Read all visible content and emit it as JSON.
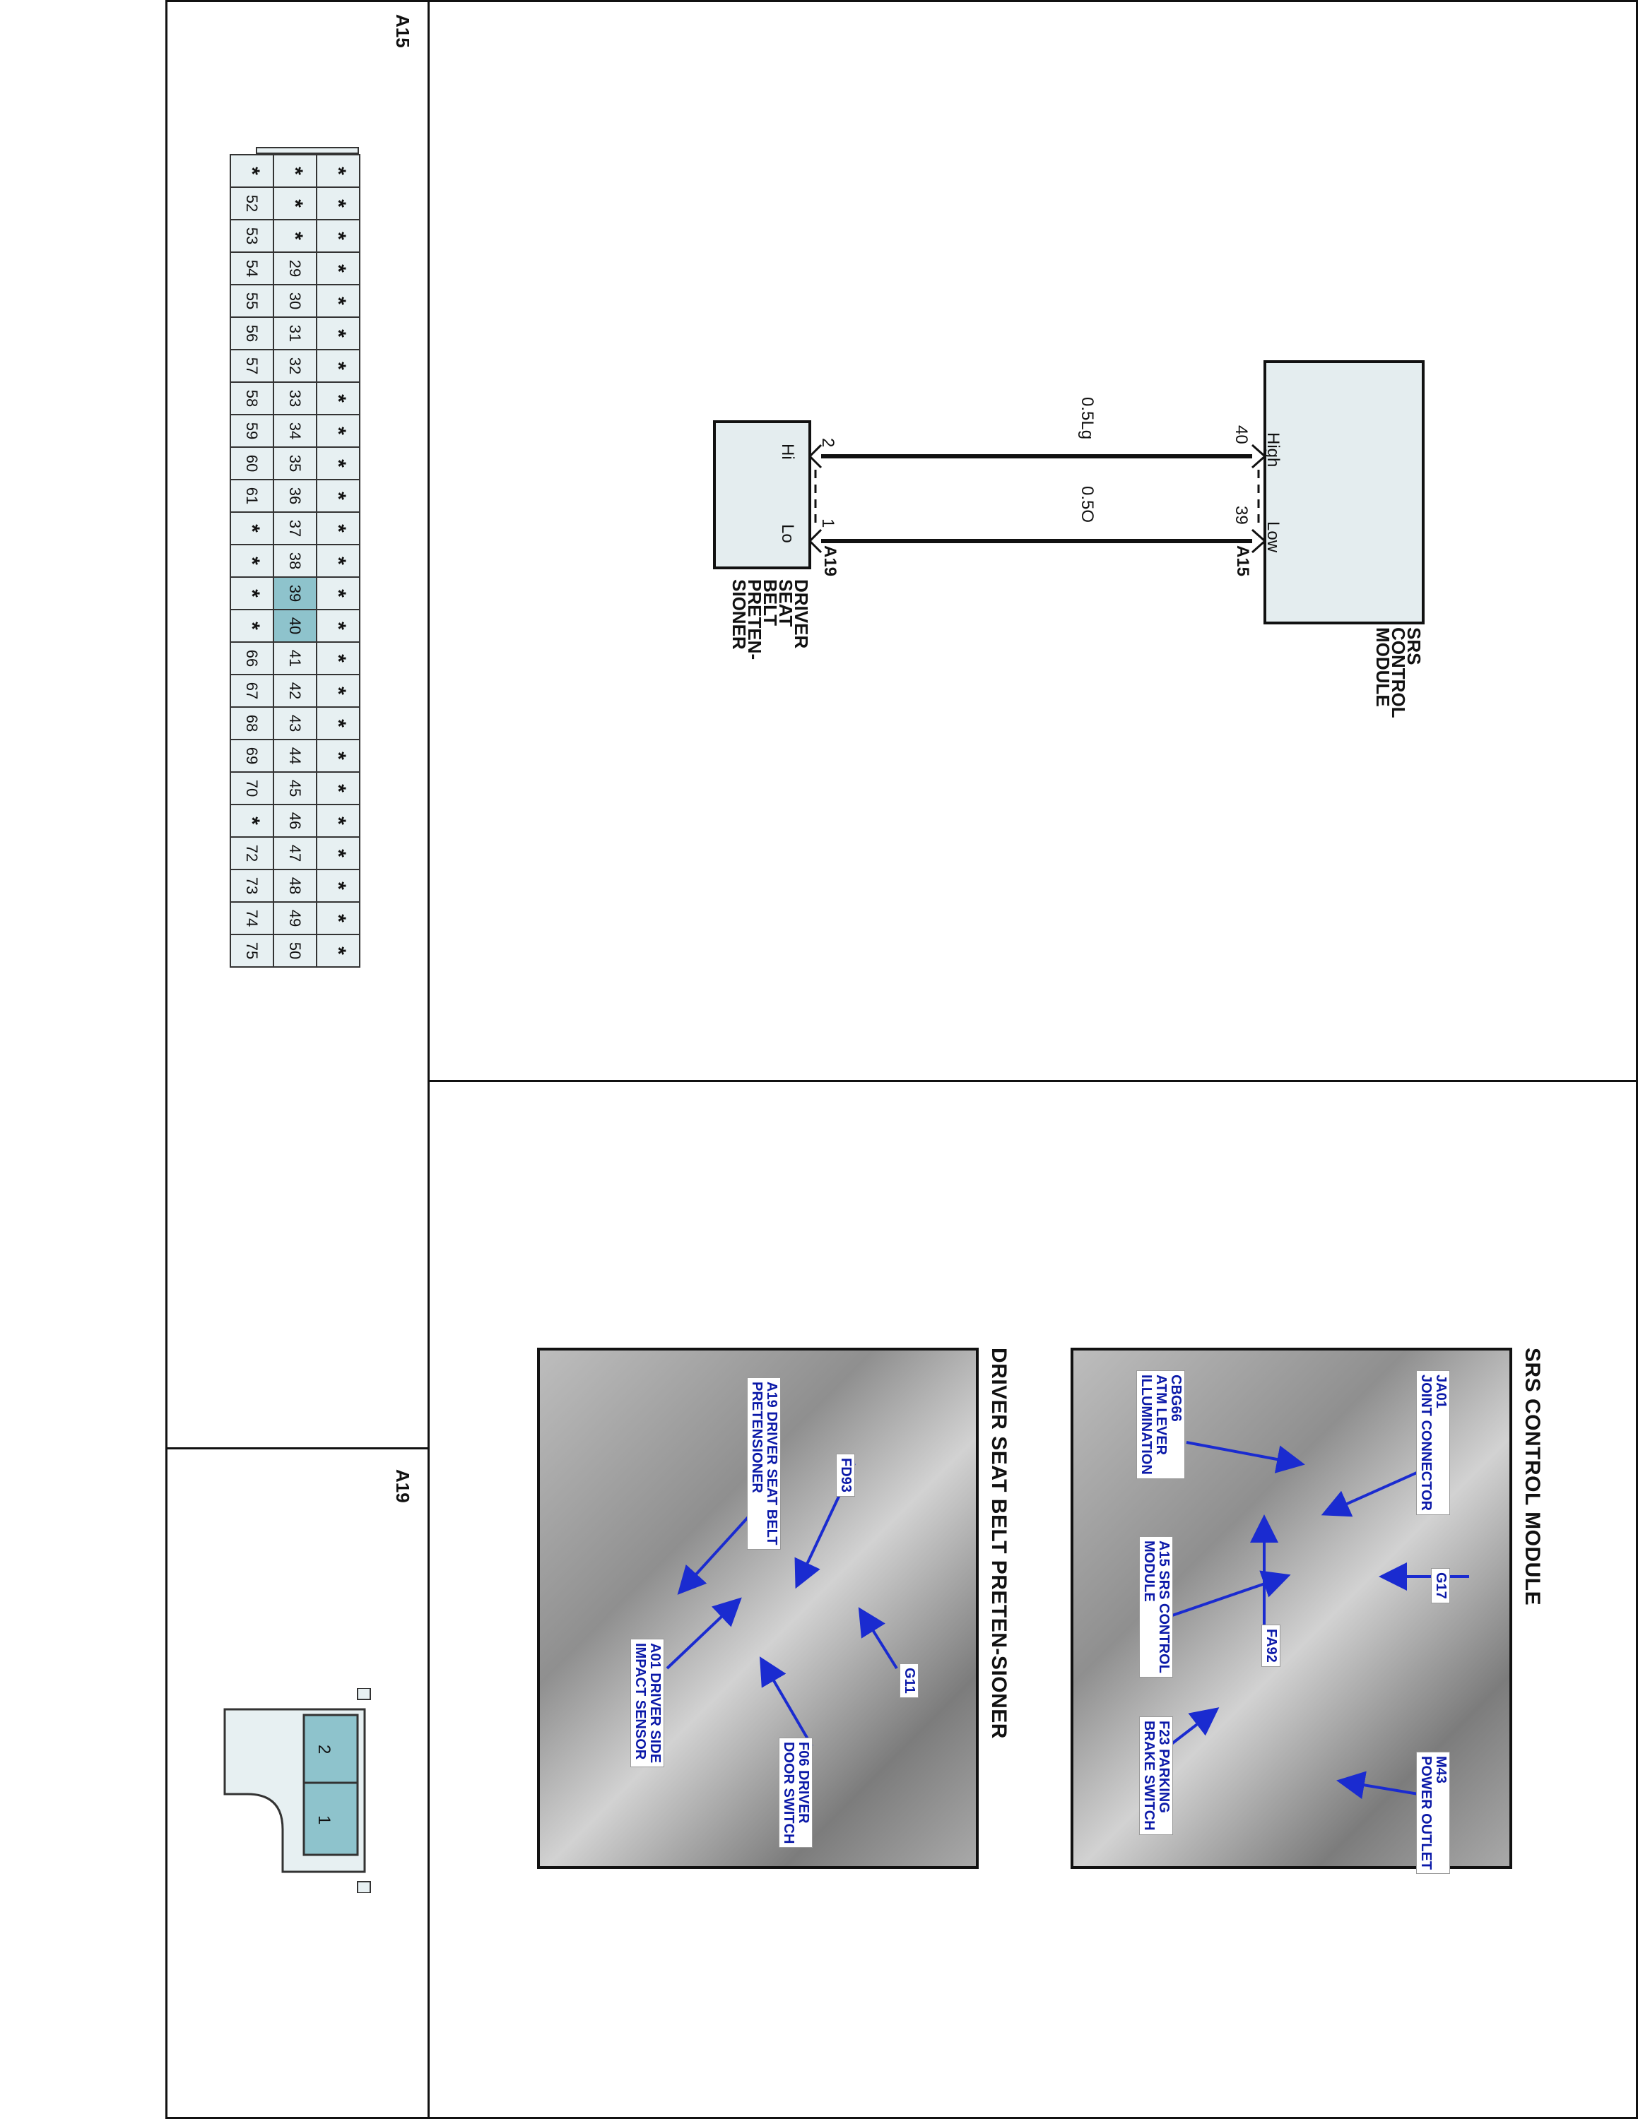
{
  "connectors": {
    "a15": {
      "title": "A15",
      "rows": [
        [
          "*",
          "52",
          "53",
          "54",
          "55",
          "56",
          "57",
          "58",
          "59",
          "60",
          "61",
          "*",
          "*",
          "*",
          "*",
          "66",
          "67",
          "68",
          "69",
          "70",
          "*",
          "72",
          "73",
          "74",
          "75"
        ],
        [
          "*",
          "*",
          "*",
          "29",
          "30",
          "31",
          "32",
          "33",
          "34",
          "35",
          "36",
          "37",
          "38",
          "39",
          "40",
          "41",
          "42",
          "43",
          "44",
          "45",
          "46",
          "47",
          "48",
          "49",
          "50"
        ],
        [
          "*",
          "*",
          "*",
          "*",
          "*",
          "*",
          "*",
          "*",
          "*",
          "*",
          "*",
          "*",
          "*",
          "*",
          "*",
          "*",
          "*",
          "*",
          "*",
          "*",
          "*",
          "*",
          "*",
          "*",
          "*"
        ]
      ],
      "highlighted_pins": [
        "39",
        "40"
      ]
    },
    "a19": {
      "title": "A19",
      "pins": [
        "2",
        "1"
      ]
    }
  },
  "schematic": {
    "srs_module": {
      "label_lines": [
        "SRS",
        "CONTROL",
        "MODULE"
      ],
      "pin_high_label": "High",
      "pin_low_label": "Low",
      "pin_high_number": "40",
      "pin_low_number": "39",
      "connector": "A15"
    },
    "pretensioner": {
      "label_lines": [
        "DRIVER",
        "SEAT",
        "BELT",
        "PRETEN-",
        "SIONER"
      ],
      "pin_hi_label": "Hi",
      "pin_lo_label": "Lo",
      "pin_hi_number": "2",
      "pin_lo_number": "1",
      "connector": "A19"
    },
    "wires": [
      {
        "label": "0.5Lg",
        "color_hex": "#111111"
      },
      {
        "label": "0.5O",
        "color_hex": "#111111"
      }
    ]
  },
  "photos": {
    "srs": {
      "title": "SRS CONTROL MODULE",
      "callouts": [
        "JA01\nJOINT CONNECTOR",
        "CBG66\nATM LEVER\nILLUMINATION",
        "G17",
        "FA92",
        "A15 SRS CONTROL\nMODULE",
        "M43\nPOWER OUTLET",
        "F23 PARKING\nBRAKE SWITCH"
      ]
    },
    "pretensioner": {
      "title": "DRIVER SEAT BELT PRETEN-SIONER",
      "callouts": [
        "A19 DRIVER SEAT BELT\nPRETENSIONER",
        "FD93",
        "G11",
        "A01 DRIVER SIDE\nIMPACT SENSOR",
        "F06 DRIVER\nDOOR SWITCH"
      ]
    }
  },
  "colors": {
    "connector_fill": "#e7f0f2",
    "highlight_fill": "#8ec3cc",
    "module_fill": "#e4edef",
    "callout_text": "#0b19a8",
    "arrow": "#1a2bd0"
  }
}
